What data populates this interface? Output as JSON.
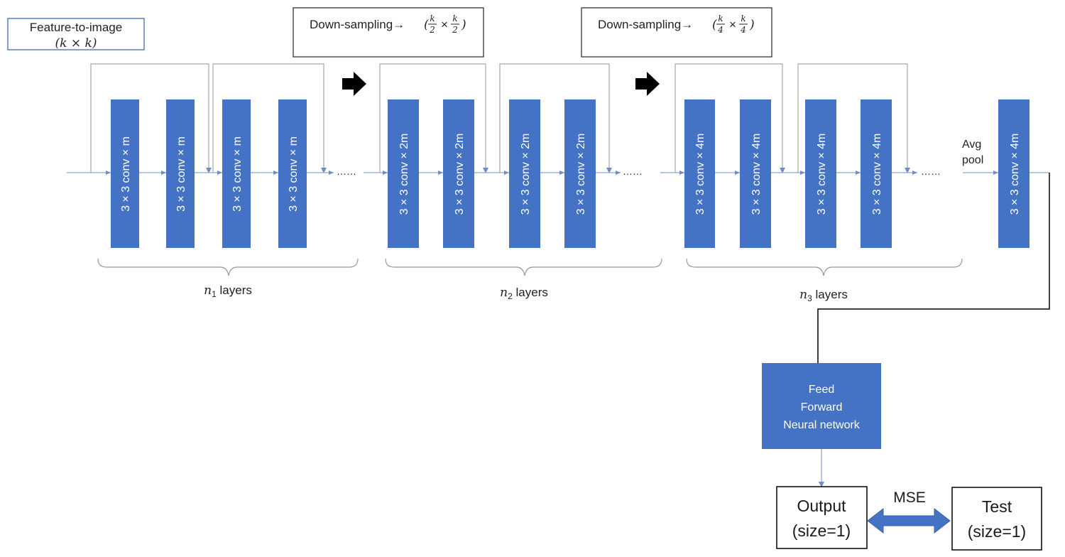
{
  "colors": {
    "block_fill": "#4472c4",
    "line": "#8ea6cf",
    "skip_line": "#a6a6a6",
    "black": "#000000"
  },
  "header": {
    "feature_to_image": {
      "line1": "Feature-to-image",
      "line2": "(k × k)"
    },
    "down1": {
      "text": "Down-sampling",
      "arrow": "→",
      "frac_num": "k",
      "frac_den": "2"
    },
    "down2": {
      "text": "Down-sampling",
      "arrow": "→",
      "frac_num": "k",
      "frac_den": "4"
    }
  },
  "stage1": {
    "blocks": [
      "3 × 3 conv × m",
      "3 × 3 conv × m",
      "3 × 3 conv × m",
      "3 × 3 conv × m"
    ],
    "dots": "……",
    "brace_label": {
      "n": "n",
      "sub": "1",
      "text": " layers"
    }
  },
  "stage2": {
    "blocks": [
      "3 × 3 conv × 2m",
      "3 × 3 conv × 2m",
      "3 × 3 conv × 2m",
      "3 × 3 conv × 2m"
    ],
    "dots": "……",
    "brace_label": {
      "n": "n",
      "sub": "2",
      "text": " layers"
    }
  },
  "stage3": {
    "blocks": [
      "3 × 3 conv × 4m",
      "3 × 3 conv × 4m",
      "3 × 3 conv × 4m",
      "3 × 3 conv × 4m"
    ],
    "dots": "……",
    "brace_label": {
      "n": "n",
      "sub": "3",
      "text": " layers"
    }
  },
  "avg_pool": {
    "line1": "Avg",
    "line2": "pool"
  },
  "final_block": "3 × 3 conv × 4m",
  "ffnn": {
    "line1": "Feed",
    "line2": "Forward",
    "line3": "Neural network"
  },
  "output_box": {
    "line1": "Output",
    "line2": "(size=1)"
  },
  "test_box": {
    "line1": "Test",
    "line2": "(size=1)"
  },
  "mse_label": "MSE"
}
